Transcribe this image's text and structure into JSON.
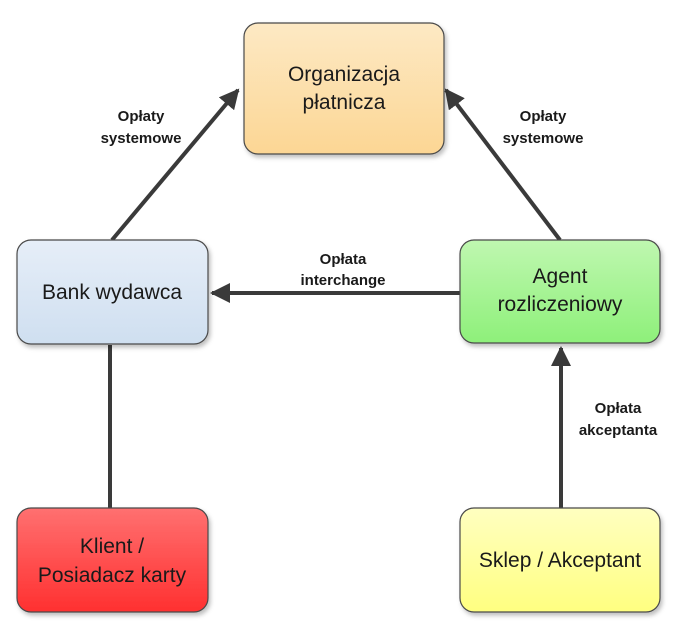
{
  "nodes": {
    "organizacja": {
      "line1": "Organizacja",
      "line2": "płatnicza",
      "fill": "#fcd694",
      "fill_light": "#fde9c4"
    },
    "bank": {
      "line1": "Bank wydawca",
      "fill": "#cfdff0",
      "fill_light": "#e6eef8"
    },
    "agent": {
      "line1": "Agent",
      "line2": "rozliczeniowy",
      "fill": "#8ef07a",
      "fill_light": "#bff7b0"
    },
    "klient": {
      "line1": "Klient /",
      "line2": "Posiadacz karty",
      "fill": "#ff3b3b",
      "fill_light": "#ff7070"
    },
    "sklep": {
      "line1": "Sklep / Akceptant",
      "fill": "#ffff88",
      "fill_light": "#ffffc0"
    }
  },
  "edges": {
    "bank_to_org": {
      "line1": "Opłaty",
      "line2": "systemowe"
    },
    "agent_to_org": {
      "line1": "Opłaty",
      "line2": "systemowe"
    },
    "agent_to_bank": {
      "line1": "Opłata",
      "line2": "interchange"
    },
    "sklep_to_agent": {
      "line1": "Opłata",
      "line2": "akceptanta"
    }
  },
  "colors": {
    "line": "#3a3a3a",
    "border": "#4a4a4a"
  }
}
